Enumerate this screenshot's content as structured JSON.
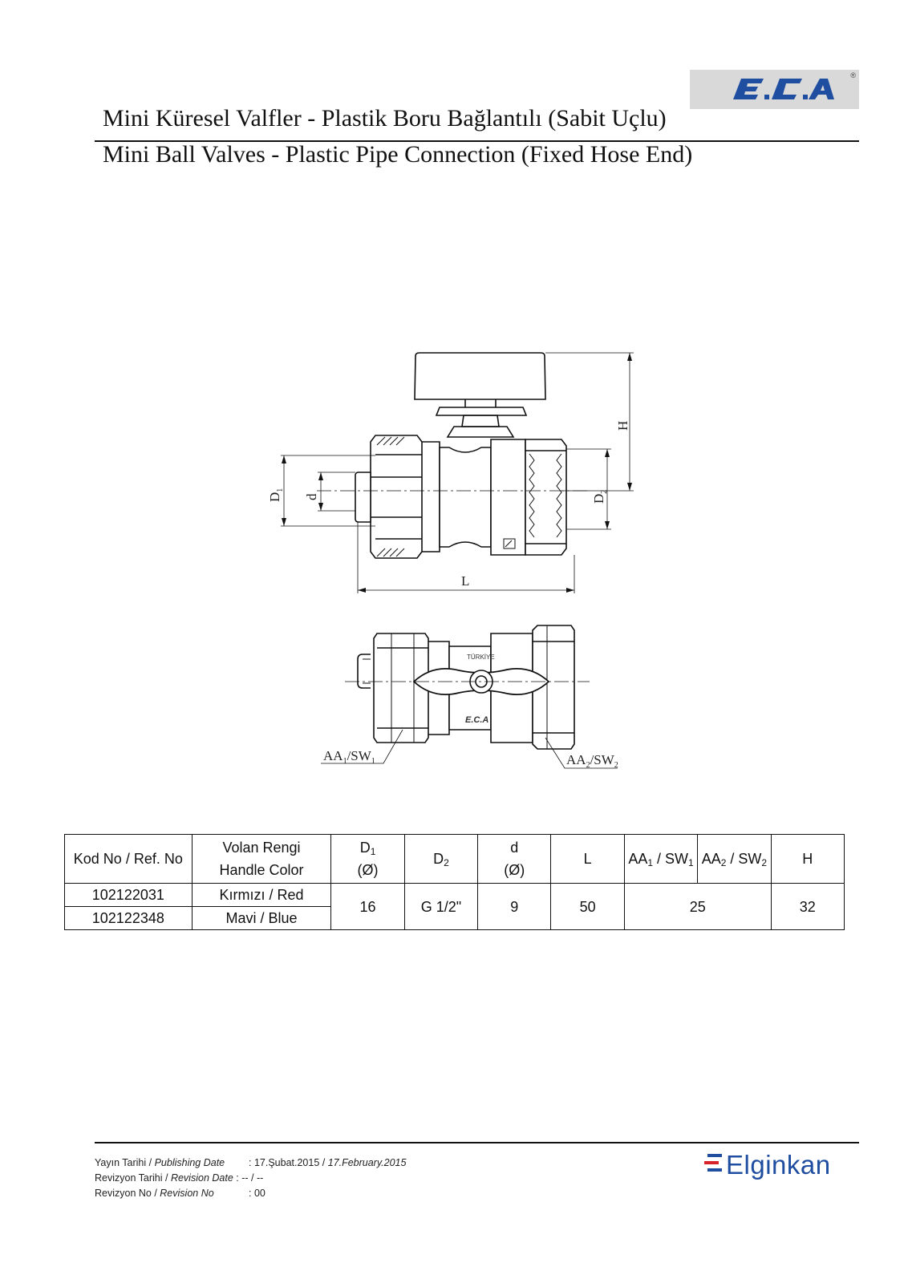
{
  "logo": {
    "brand_mark": "E.C.A",
    "registered": "®"
  },
  "title": {
    "turkish": "Mini Küresel Valfler - Plastik Boru Bağlantılı (Sabit Uçlu)",
    "english": "Mini Ball Valves - Plastic Pipe Connection (Fixed Hose End)"
  },
  "drawing": {
    "labels": {
      "H": "H",
      "D1_main": "D",
      "D1_sub": "1",
      "d": "d",
      "D2_main": "D",
      "D2_sub": "2",
      "L": "L",
      "AA1_main": "AA",
      "AA1_sub": "1",
      "AA1_mid": "/SW",
      "AA1_sub2": "1",
      "AA2_main": "AA",
      "AA2_sub": "2",
      "AA2_mid": "/SW",
      "AA2_sub2": "2"
    },
    "stamp_top": "TÜRKİYE",
    "stamp_bottom": "E.C.A"
  },
  "table": {
    "headers": {
      "code_label": "Kod No / Ref. No",
      "color_tr": "Volan Rengi",
      "color_en": "Handle Color",
      "d1_main": "D",
      "d1_sub": "1",
      "d1_unit": "(Ø)",
      "d2_main": "D",
      "d2_sub": "2",
      "d_main": "d",
      "d_unit": "(Ø)",
      "l_label": "L",
      "aa1_main": "AA",
      "aa1_sub": "1",
      "aa1_mid": " / SW",
      "aa1_sub2": "1",
      "aa2_main": "AA",
      "aa2_sub": "2",
      "aa2_mid": " / SW",
      "aa2_sub2": "2",
      "h_label": "H"
    },
    "rows": [
      {
        "code": "102122031",
        "color": "Kırmızı / Red"
      },
      {
        "code": "102122348",
        "color": "Mavi / Blue"
      }
    ],
    "shared": {
      "d1": "16",
      "d2": "G 1/2\"",
      "d": "9",
      "l": "50",
      "aa_sw": "25",
      "h": "32"
    }
  },
  "footer": {
    "publishing": {
      "label_tr": "Yayın Tarihi / ",
      "label_en": "Publishing Date",
      "value_tr": ": 17.Şubat.2015 / ",
      "value_en": "17.February.2015"
    },
    "revision_date": {
      "label_tr": "Revizyon Tarihi / ",
      "label_en": "Revision Date",
      "value": " : -- / --"
    },
    "revision_no": {
      "label_tr": "Revizyon No / ",
      "label_en": "Revision No",
      "value": ": 00"
    },
    "brand": "Elginkan"
  },
  "colors": {
    "brand_blue": "#1f4ea0",
    "logo_grey": "#d9d9d9",
    "line": "#111111"
  }
}
